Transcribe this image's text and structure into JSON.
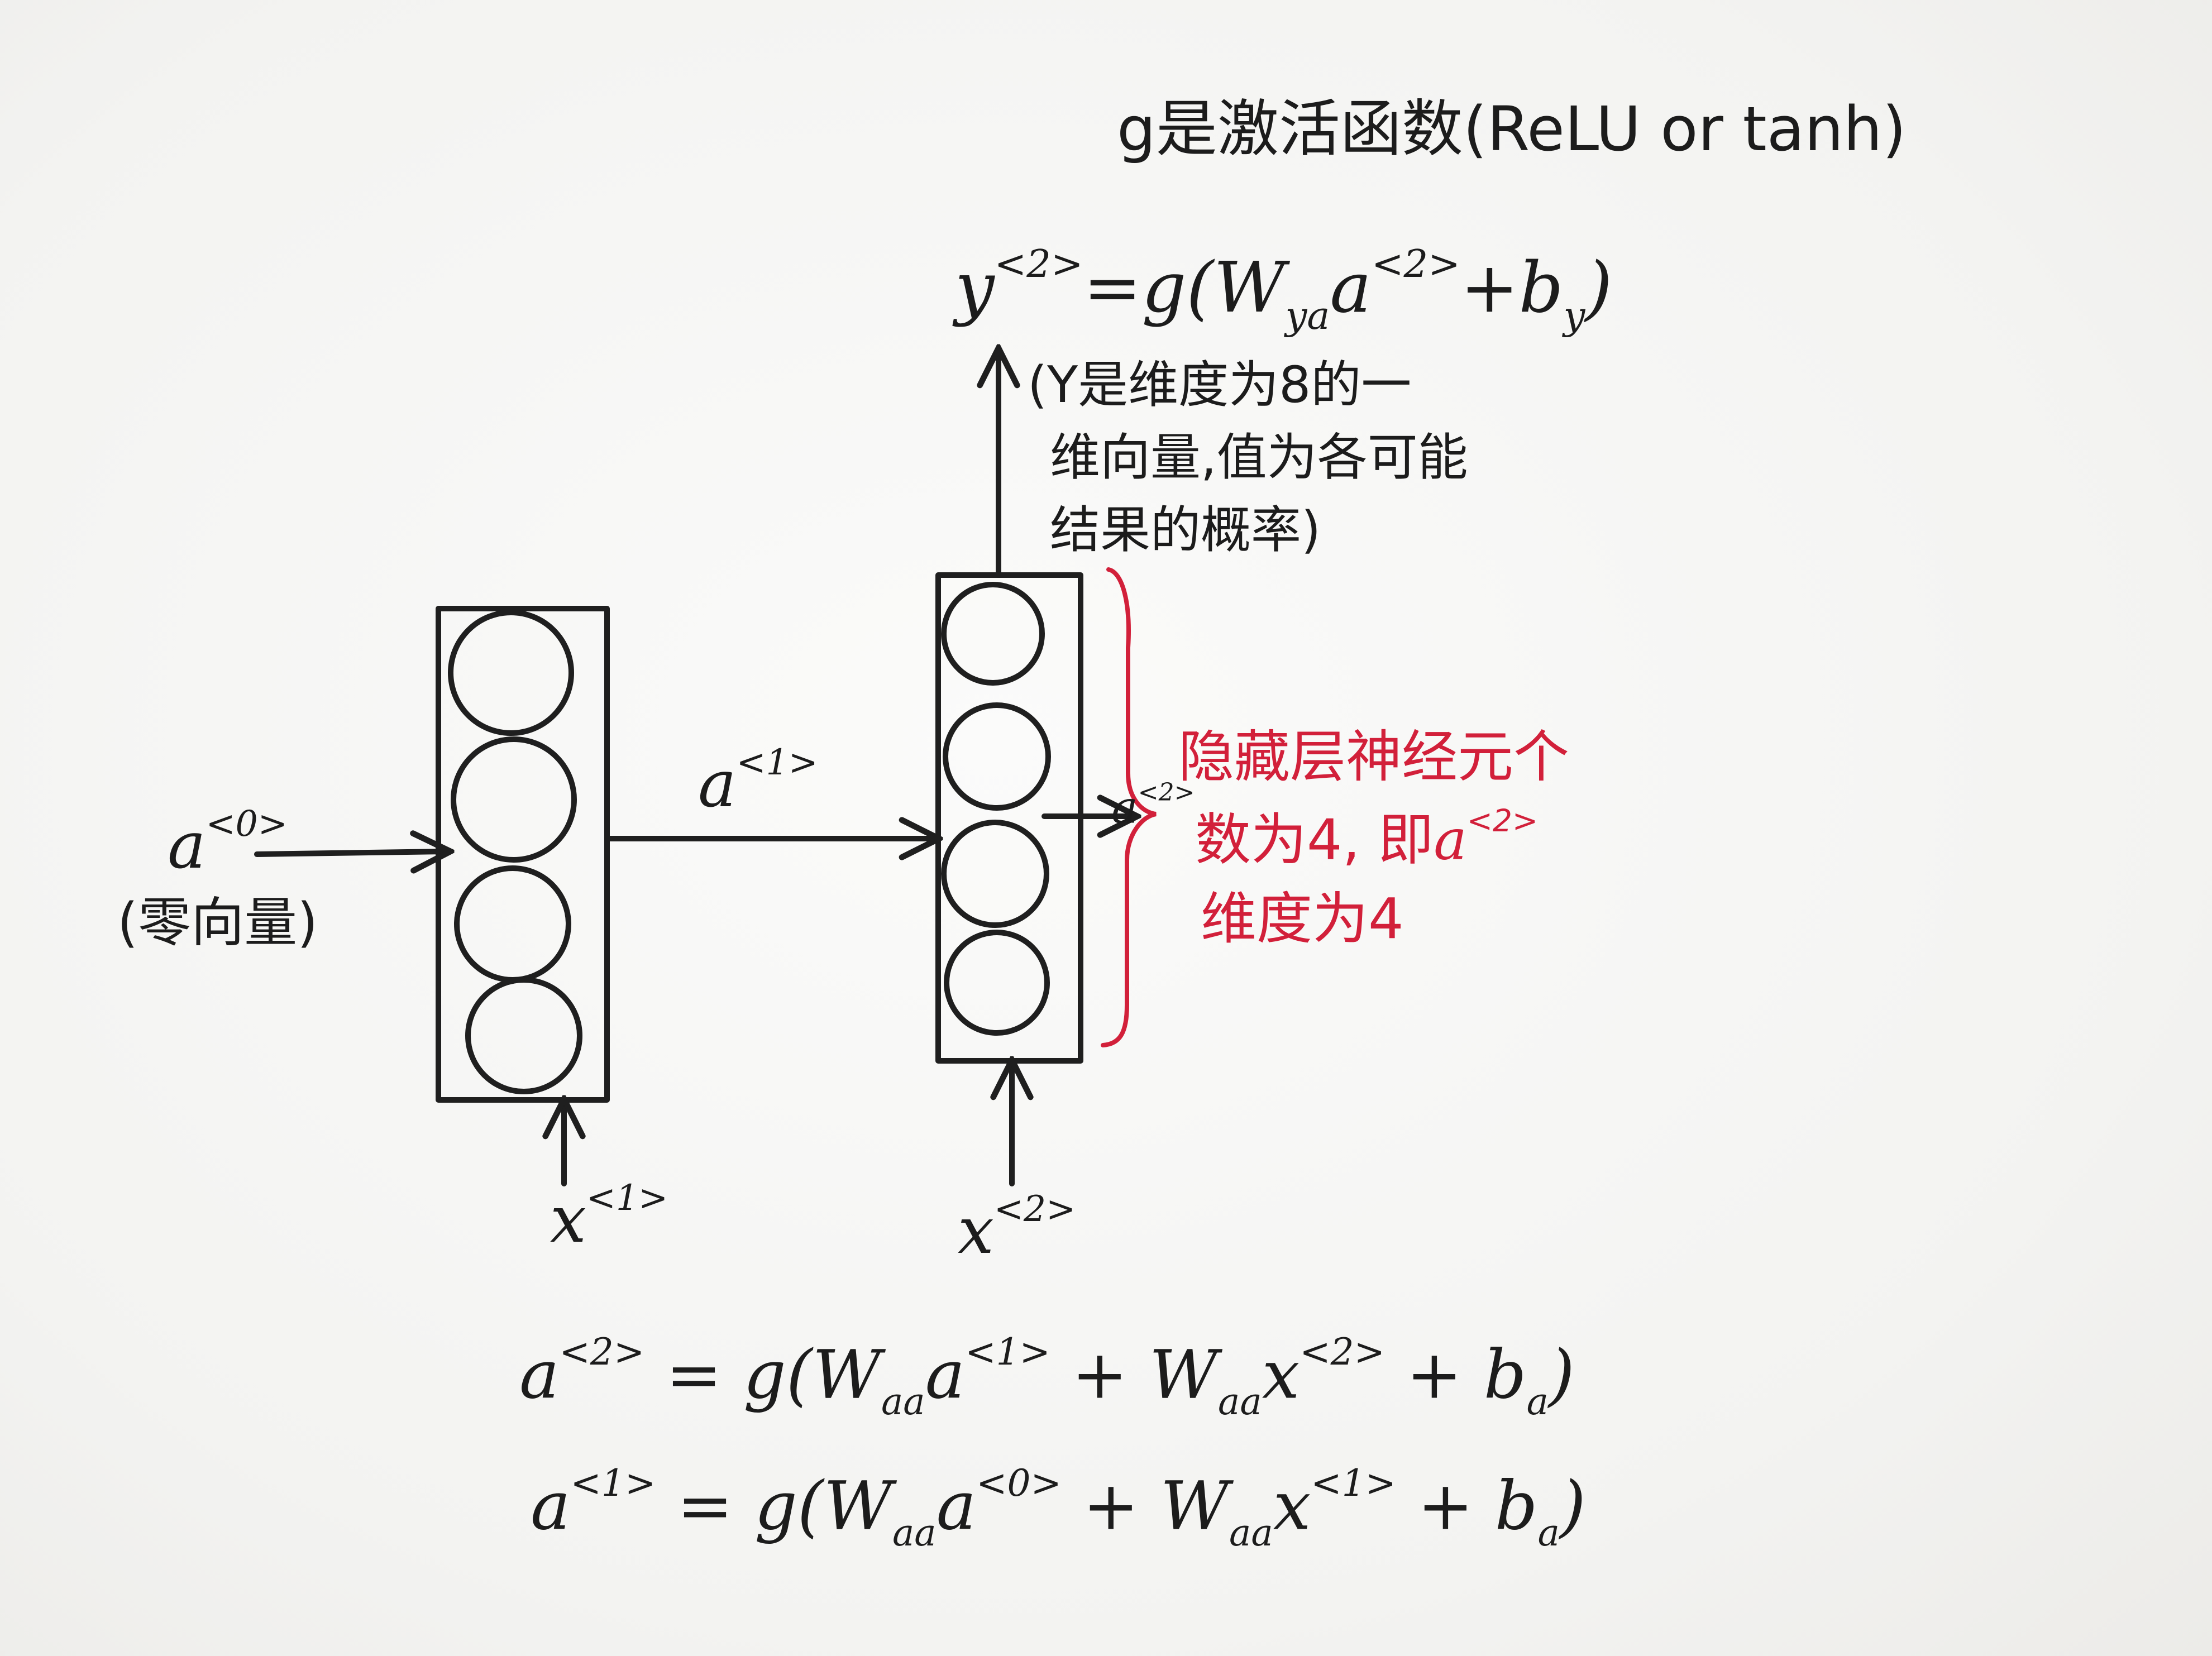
{
  "header_note": "g是激活函数(ReLU or tanh)",
  "output_eq": {
    "lhs": "y",
    "lhs_sup": "<2>",
    "mid": "=g(W",
    "w_sub": "ya",
    "a": "a",
    "a_sup": "<2>",
    "tail": "+b",
    "tail_sub": "y",
    "close": ")"
  },
  "output_note": [
    "(Y是维度为8的一",
    "维向量,值为各可能",
    "结果的概率)"
  ],
  "input_a0": {
    "symbol": "a",
    "sup": "<0>",
    "note": "(零向量)"
  },
  "arrow_a1": {
    "symbol": "a",
    "sup": "<1>"
  },
  "x1": {
    "symbol": "x",
    "sup": "<1>"
  },
  "x2": {
    "symbol": "x",
    "sup": "<2>"
  },
  "out_a2": {
    "symbol": "a",
    "sup": "<2>"
  },
  "hidden_note": {
    "line1": "隐藏层神经元个",
    "line2_pre": "数为4, 即",
    "line2_sym": "a",
    "line2_sup": "<2>",
    "line3": "维度为4"
  },
  "equations": [
    {
      "lhs": "a",
      "lhs_sup": "<2>",
      "eq": " = g(W",
      "w1_sub": "aa",
      "a": "a",
      "a_sup": "<1>",
      "plus": " + W",
      "w2_sub": "aa",
      "x": "x",
      "x_sup": "<2>",
      "bias": " + b",
      "b_sub": "a",
      "close": ")"
    },
    {
      "lhs": "a",
      "lhs_sup": "<1>",
      "eq": " = g(W",
      "w1_sub": "aa",
      "a": "a",
      "a_sup": "<0>",
      "plus": " + W",
      "w2_sub": "aa",
      "x": "x",
      "x_sup": "<1>",
      "bias": " + b",
      "b_sub": "a",
      "close": ")"
    }
  ],
  "colors": {
    "ink": "#1f1f1f",
    "annotation_red": "#d2203a",
    "paper": "#f6f6f4"
  }
}
